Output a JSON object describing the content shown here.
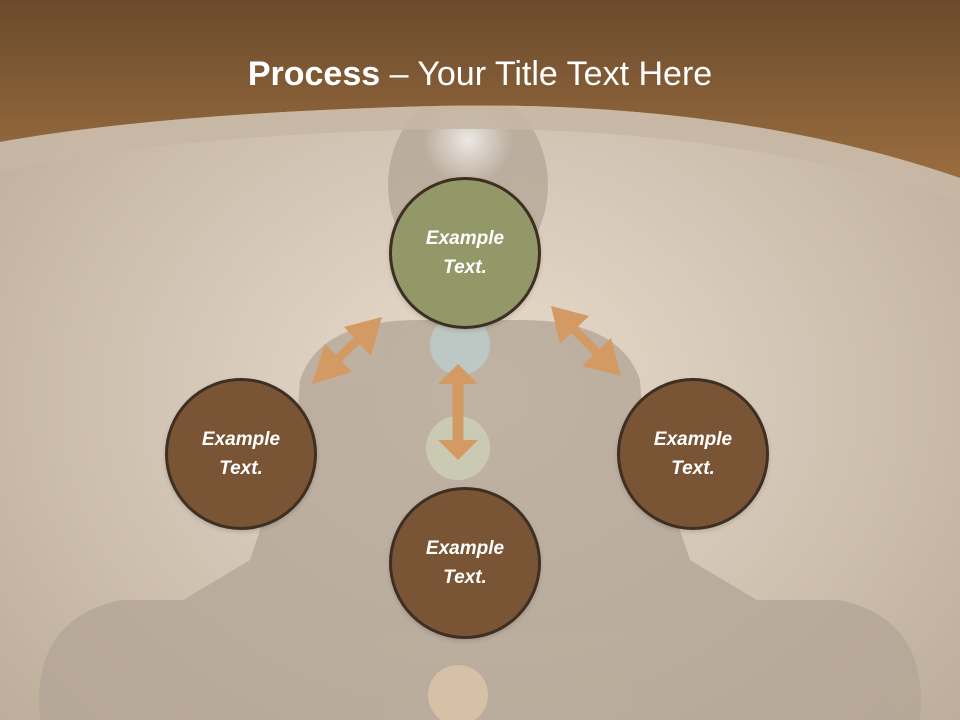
{
  "slide": {
    "title_bold": "Process",
    "title_rest": " – Your Title Text Here"
  },
  "nodes": {
    "top": {
      "line1": "Example",
      "line2": "Text."
    },
    "left": {
      "line1": "Example",
      "line2": "Text."
    },
    "bottom": {
      "line1": "Example",
      "line2": "Text."
    },
    "right": {
      "line1": "Example",
      "line2": "Text."
    }
  },
  "colors": {
    "header": "#8a5f35",
    "center_node": "#929868",
    "outer_node": "#7a5535",
    "arrow": "#d39a63"
  }
}
